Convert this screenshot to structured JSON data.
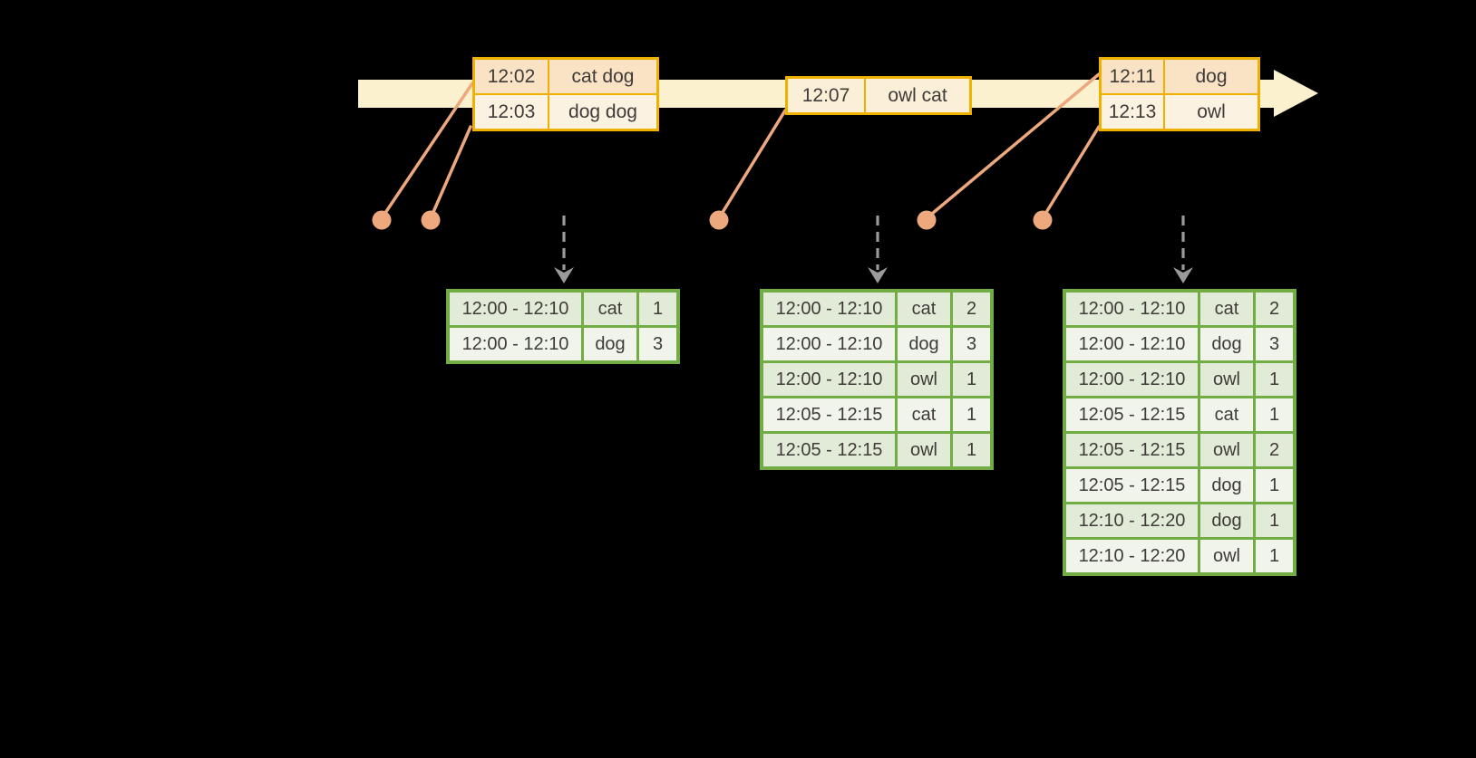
{
  "colors": {
    "background": "#000000",
    "timeline": "#FBF1CE",
    "event_border": "#F0B000",
    "event_row_odd": "#FAE2C4",
    "event_row_even": "#FCF2E2",
    "event_single_row": "#FCEFD8",
    "connector": "#EDA87E",
    "trigger_arrow": "#9A9A9A",
    "result_border": "#72AC44",
    "result_row_odd": "#E2EBD7",
    "result_row_even": "#F0F4EB",
    "text": "#3E3B38"
  },
  "icons": {
    "timeline_arrowhead": "right-pointing triangle at end of timeline band",
    "event_dot": "filled circle marking event time",
    "trigger_arrow": "gray dashed arrow pointing down to result table"
  },
  "event_tables": [
    {
      "rows": [
        [
          "12:02",
          "cat dog"
        ],
        [
          "12:03",
          "dog dog"
        ]
      ]
    },
    {
      "rows": [
        [
          "12:07",
          "owl cat"
        ]
      ]
    },
    {
      "rows": [
        [
          "12:11",
          "dog"
        ],
        [
          "12:13",
          "owl"
        ]
      ]
    }
  ],
  "result_tables": [
    {
      "rows": [
        [
          "12:00 - 12:10",
          "cat",
          "1"
        ],
        [
          "12:00 - 12:10",
          "dog",
          "3"
        ]
      ]
    },
    {
      "rows": [
        [
          "12:00 - 12:10",
          "cat",
          "2"
        ],
        [
          "12:00 - 12:10",
          "dog",
          "3"
        ],
        [
          "12:00 - 12:10",
          "owl",
          "1"
        ],
        [
          "12:05 - 12:15",
          "cat",
          "1"
        ],
        [
          "12:05 - 12:15",
          "owl",
          "1"
        ]
      ]
    },
    {
      "rows": [
        [
          "12:00 - 12:10",
          "cat",
          "2"
        ],
        [
          "12:00 - 12:10",
          "dog",
          "3"
        ],
        [
          "12:00 - 12:10",
          "owl",
          "1"
        ],
        [
          "12:05 - 12:15",
          "cat",
          "1"
        ],
        [
          "12:05 - 12:15",
          "owl",
          "2"
        ],
        [
          "12:05 - 12:15",
          "dog",
          "1"
        ],
        [
          "12:10 - 12:20",
          "dog",
          "1"
        ],
        [
          "12:10 - 12:20",
          "owl",
          "1"
        ]
      ]
    }
  ]
}
